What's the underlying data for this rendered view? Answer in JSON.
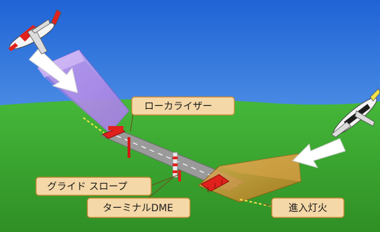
{
  "labels": {
    "localizer": "ローカライザー",
    "glide_slope": "グライド スロープ",
    "terminal_dme": "ターミナルDME",
    "approach_lights": "進入灯火"
  },
  "icons": {
    "aircraft_left": "airplane-icon",
    "aircraft_right": "airplane-icon",
    "arrow_left": "arrow-icon",
    "arrow_right": "arrow-icon"
  },
  "colors": {
    "sky": "#2f7fe0",
    "grass": "#3aa82e",
    "runway": "#9a9a9a",
    "localizer_beam": "#b28ee8",
    "approach_beam": "#c7902c",
    "equipment": "#e0211c",
    "label_fill": "#f5d8a8",
    "label_border": "#c9822a"
  }
}
